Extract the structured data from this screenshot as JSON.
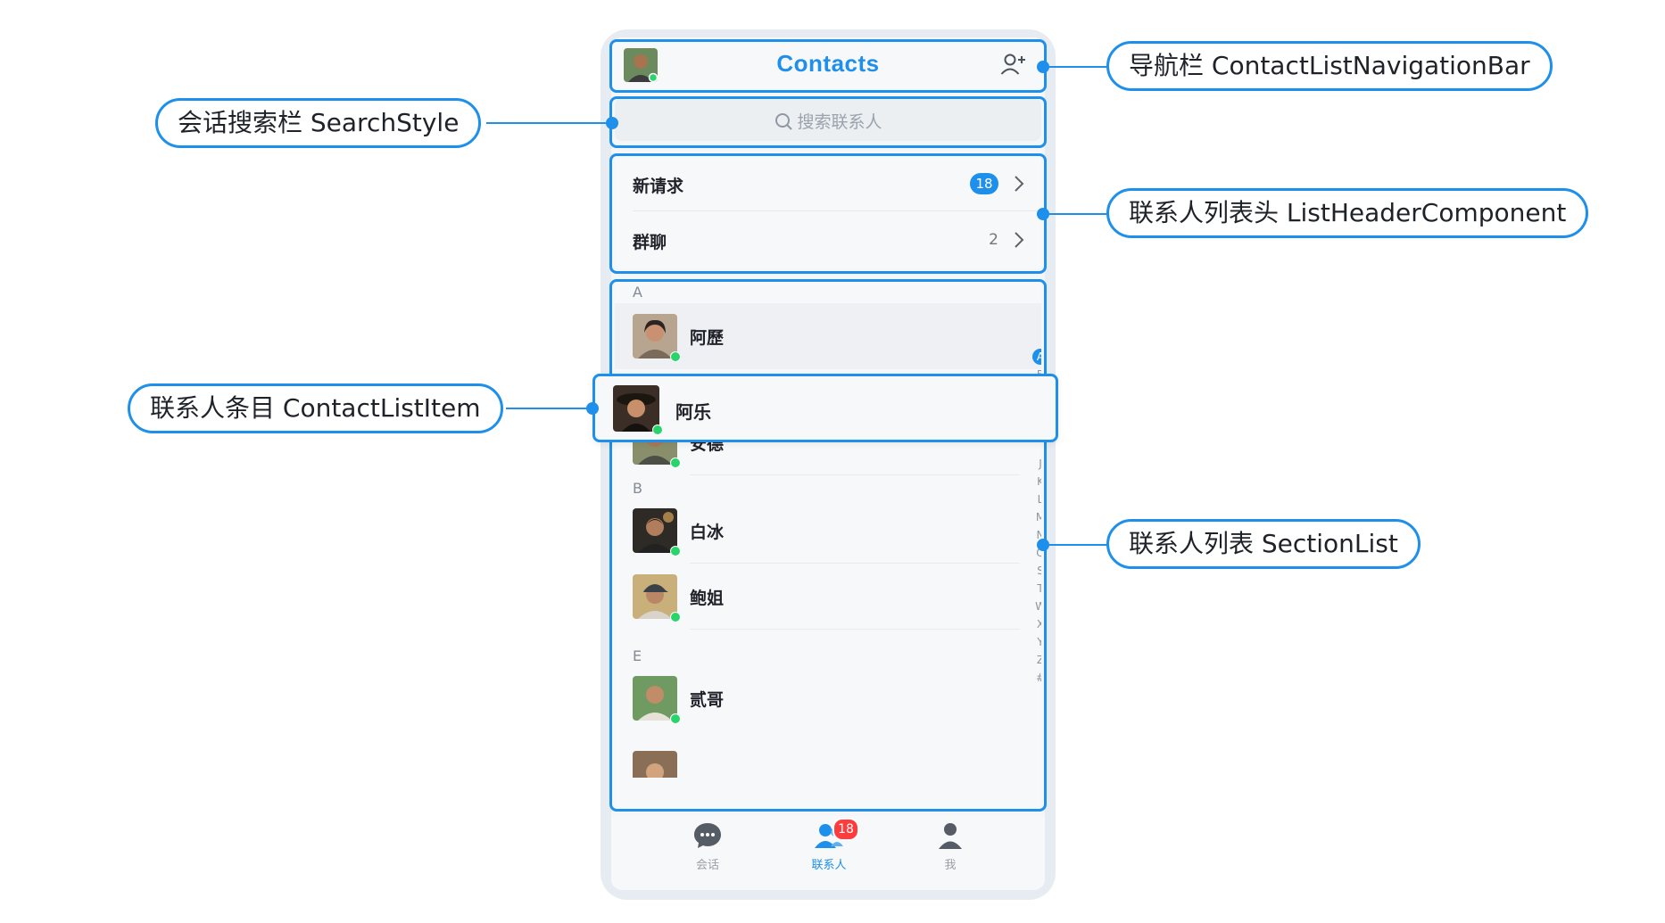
{
  "nav": {
    "title": "Contacts",
    "avatar_icon": "user-avatar",
    "add_icon": "add-contact-icon"
  },
  "search": {
    "placeholder": "搜索联系人",
    "icon": "search-icon"
  },
  "list_header": {
    "new_requests": {
      "label": "新请求",
      "badge": "18"
    },
    "group_chats": {
      "label": "群聊",
      "count": "2"
    }
  },
  "sections": [
    {
      "letter": "A",
      "items": [
        "阿歷",
        "阿乐",
        "安德"
      ]
    },
    {
      "letter": "B",
      "items": [
        "白冰",
        "鲍姐"
      ]
    },
    {
      "letter": "E",
      "items": [
        "贰哥"
      ]
    }
  ],
  "index_bar": {
    "letters": [
      "A",
      "B",
      "J",
      "K",
      "L",
      "M",
      "N",
      "Q",
      "S",
      "T",
      "W",
      "X",
      "Y",
      "Z",
      "#"
    ],
    "active": "A"
  },
  "tabbar": {
    "tabs": [
      {
        "label": "会话",
        "icon": "chat-bubble-icon"
      },
      {
        "label": "联系人",
        "icon": "contacts-icon",
        "badge": "18"
      },
      {
        "label": "我",
        "icon": "person-icon"
      }
    ],
    "active": "联系人"
  },
  "annotations": {
    "navigation_bar": "导航栏 ContactListNavigationBar",
    "search_style": "会话搜索栏 SearchStyle",
    "list_header": "联系人列表头 ListHeaderComponent",
    "list_item": "联系人条目 ContactListItem",
    "section_list": "联系人列表 SectionList"
  },
  "colors": {
    "accent": "#1e8fea",
    "badge_red": "#ff3b3b",
    "online_green": "#2ad46c"
  }
}
